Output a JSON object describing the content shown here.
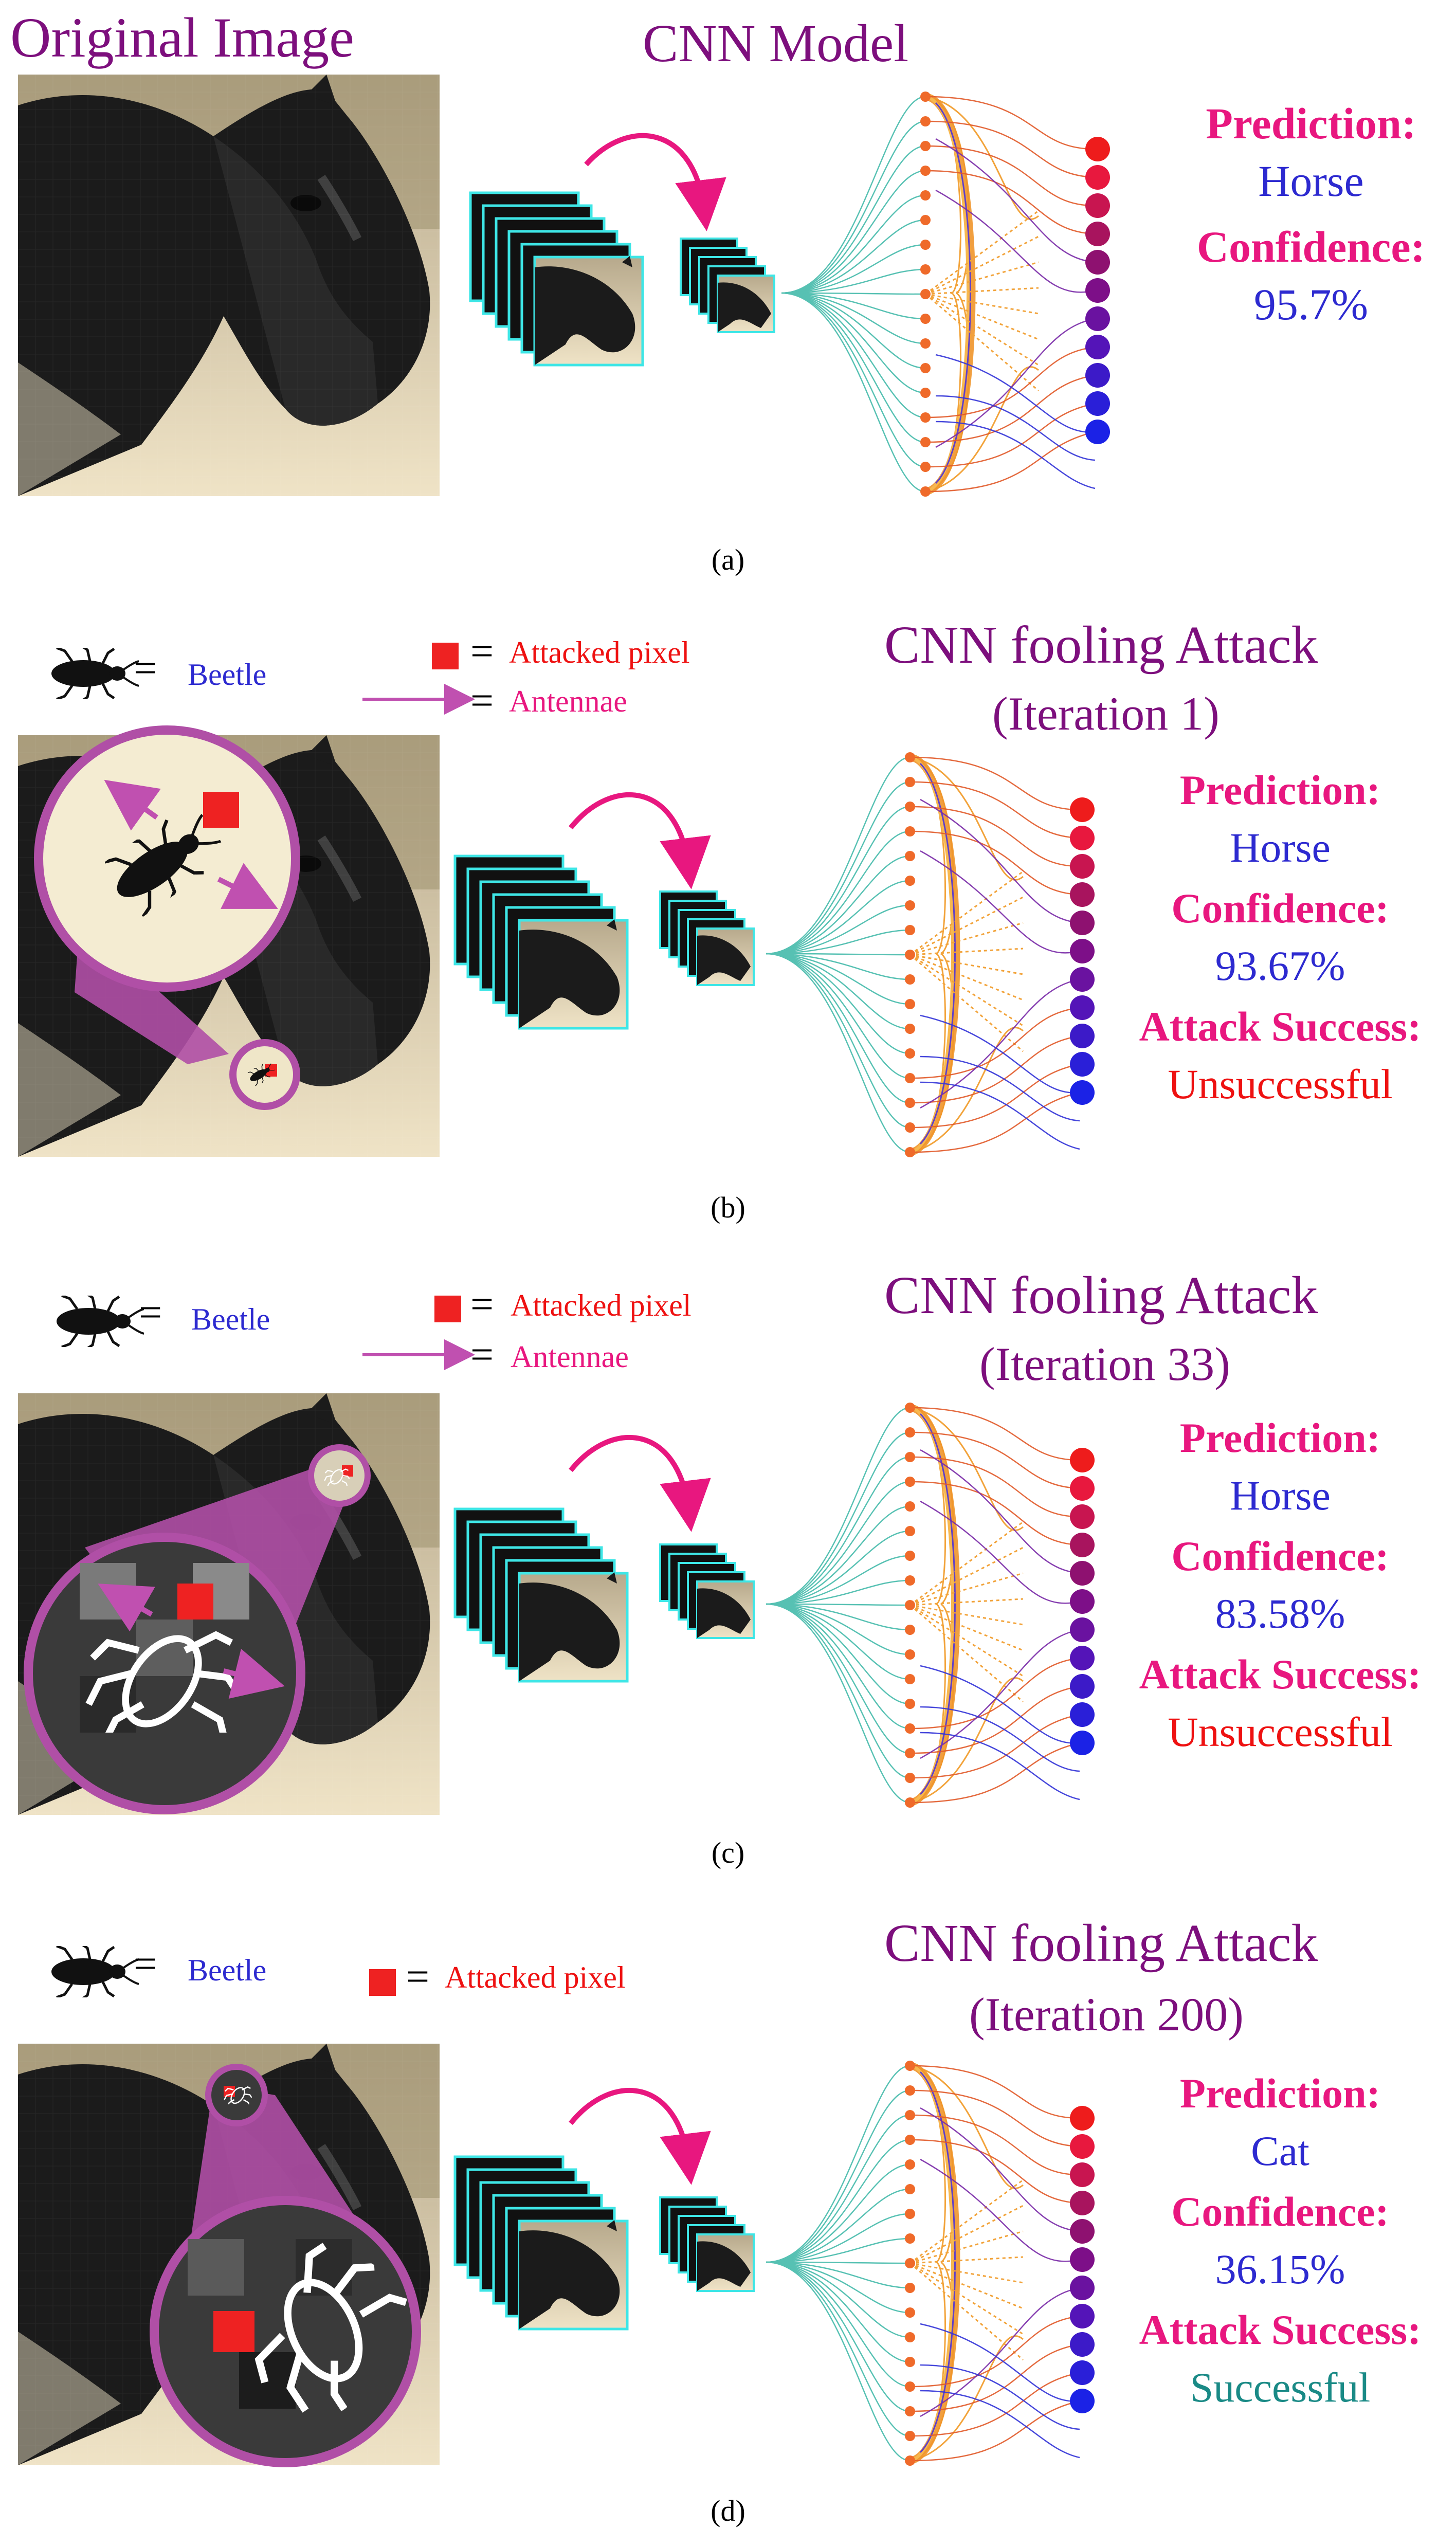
{
  "legend": {
    "beetle_label": "Beetle",
    "attacked_pixel_label": "Attacked pixel",
    "antennae_label": "Antennae"
  },
  "panel_a": {
    "image_title": "Original Image",
    "model_title": "CNN Model",
    "prediction_label": "Prediction:",
    "prediction_value": "Horse",
    "confidence_label": "Confidence:",
    "confidence_value": "95.7%",
    "caption": "(a)"
  },
  "panel_b": {
    "title": "CNN fooling Attack",
    "subtitle": "(Iteration 1)",
    "prediction_label": "Prediction:",
    "prediction_value": "Horse",
    "confidence_label": "Confidence:",
    "confidence_value": "93.67%",
    "attack_label": "Attack Success:",
    "attack_value": "Unsuccessful",
    "caption": "(b)"
  },
  "panel_c": {
    "title": "CNN fooling Attack",
    "subtitle": "(Iteration 33)",
    "prediction_label": "Prediction:",
    "prediction_value": "Horse",
    "confidence_label": "Confidence:",
    "confidence_value": "83.58%",
    "attack_label": "Attack Success:",
    "attack_value": "Unsuccessful",
    "caption": "(c)"
  },
  "panel_d": {
    "title": "CNN fooling Attack",
    "subtitle": "(Iteration 200)",
    "prediction_label": "Prediction:",
    "prediction_value": "Cat",
    "confidence_label": "Confidence:",
    "confidence_value": "36.15%",
    "attack_label": "Attack Success:",
    "attack_value": "Successful",
    "caption": "(d)"
  },
  "colors": {
    "title_purple": "#7d0f7d",
    "label_pink": "#e8177f",
    "value_blue": "#2d2ad0",
    "fail_red": "#ee1111",
    "success_teal": "#1a8a86",
    "zoom_circle": "#b04fa6",
    "attacked_pixel": "#ee2222",
    "frame_cyan": "#3ee6e6"
  }
}
